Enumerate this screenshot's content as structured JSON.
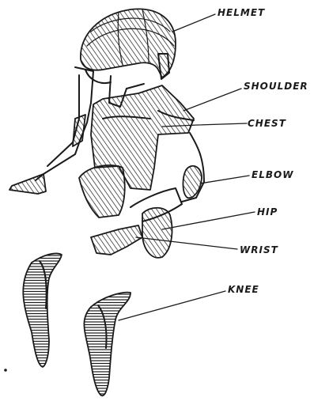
{
  "labels": {
    "helmet": "HELMET",
    "shoulder": "SHOULDER",
    "chest": "CHEST",
    "elbow": "ELBOW",
    "hip": "HIP",
    "wrist": "WRIST",
    "knee": "KNEE"
  },
  "colors": {
    "ink": "#1a1a1a",
    "paper": "#ffffff"
  }
}
